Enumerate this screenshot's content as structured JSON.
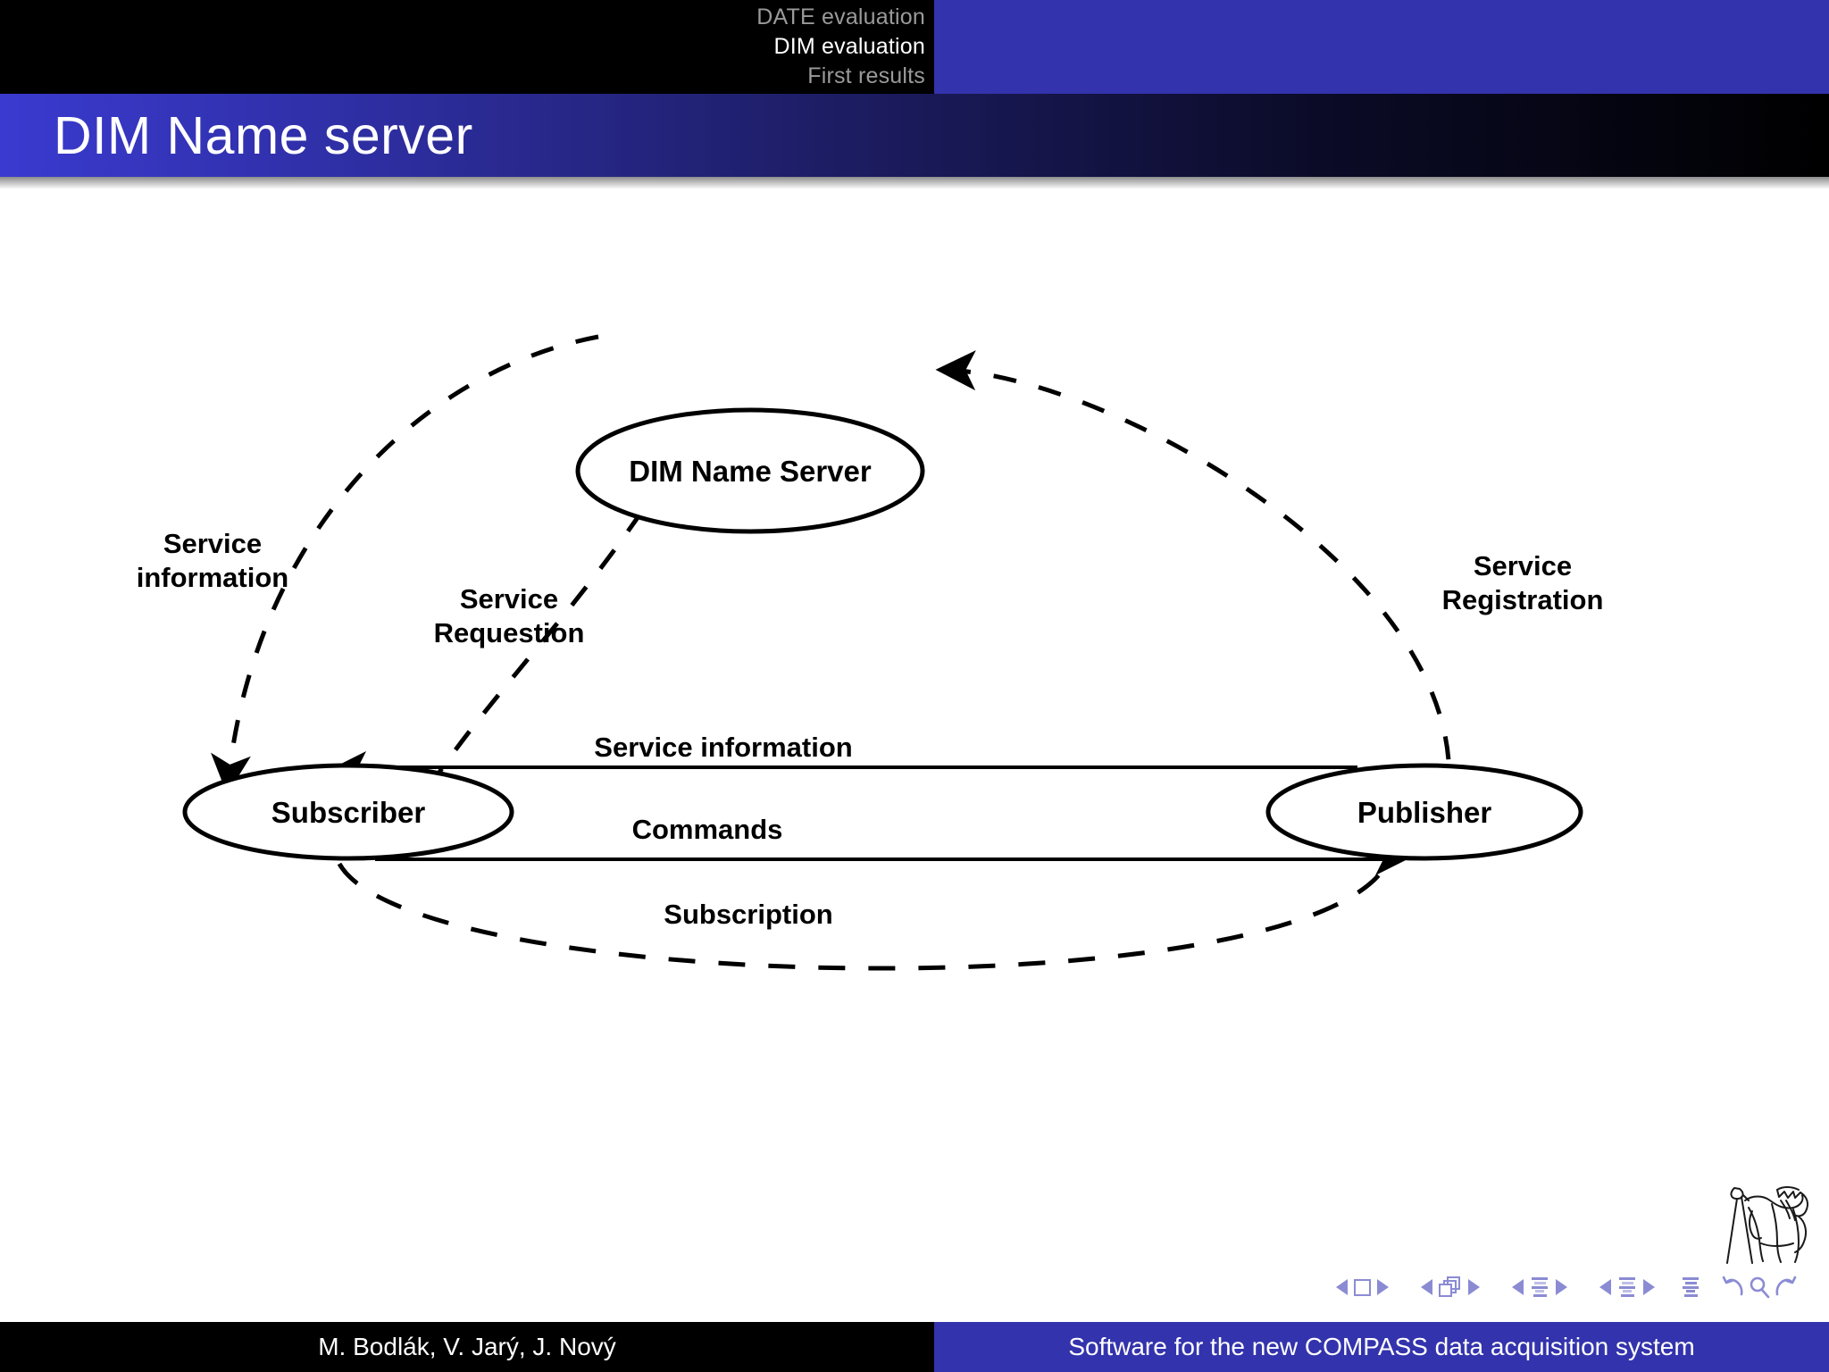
{
  "topnav": {
    "entries": [
      {
        "label": "DATE evaluation",
        "state": "inactive"
      },
      {
        "label": "DIM evaluation",
        "state": "active"
      },
      {
        "label": "First results",
        "state": "inactive"
      }
    ],
    "colors": {
      "background": "#000000",
      "accent": "#3333ad",
      "active_text": "#ffffff",
      "inactive_text": "#9a9a9a"
    }
  },
  "header": {
    "title": "DIM Name server",
    "gradient_from": "#3a3ad0",
    "gradient_to": "#000000"
  },
  "diagram": {
    "type": "node-edge-diagram",
    "nodes": [
      {
        "id": "dim-name-server",
        "label": "DIM Name Server"
      },
      {
        "id": "subscriber",
        "label": "Subscriber"
      },
      {
        "id": "publisher",
        "label": "Publisher"
      }
    ],
    "edges": [
      {
        "id": "service-information-left",
        "label": "Service information",
        "style": "dashed",
        "from": "dim-name-server",
        "to": "subscriber"
      },
      {
        "id": "service-requestion",
        "label": "Service Requestion",
        "style": "dashed",
        "from": "subscriber",
        "to": "dim-name-server"
      },
      {
        "id": "service-registration",
        "label": "Service Registration",
        "style": "dashed",
        "from": "publisher",
        "to": "dim-name-server"
      },
      {
        "id": "service-information-mid",
        "label": "Service information",
        "style": "solid",
        "from": "publisher",
        "to": "subscriber"
      },
      {
        "id": "commands",
        "label": "Commands",
        "style": "solid",
        "from": "subscriber",
        "to": "publisher"
      },
      {
        "id": "subscription",
        "label": "Subscription",
        "style": "dashed",
        "from": "subscriber",
        "to": "publisher"
      }
    ],
    "labels": {
      "dim_name_server": "DIM Name Server",
      "subscriber": "Subscriber",
      "publisher": "Publisher",
      "service_information_left_line1": "Service",
      "service_information_left_line2": "information",
      "service_requestion_line1": "Service",
      "service_requestion_line2": "Requestion",
      "service_registration_line1": "Service",
      "service_registration_line2": "Registration",
      "service_information_mid": "Service information",
      "commands": "Commands",
      "subscription": "Subscription"
    }
  },
  "navsymbols": {
    "items": [
      {
        "name": "prev-slide",
        "icon": "triangle-left-icon"
      },
      {
        "name": "slide-frame",
        "icon": "frame-icon"
      },
      {
        "name": "next-slide",
        "icon": "triangle-right-icon"
      },
      {
        "name": "prev-frame",
        "icon": "triangle-left-icon"
      },
      {
        "name": "frame-stack",
        "icon": "stack-icon"
      },
      {
        "name": "next-frame",
        "icon": "triangle-right-icon"
      },
      {
        "name": "prev-subsection",
        "icon": "triangle-left-icon"
      },
      {
        "name": "subsection-lines",
        "icon": "lines-icon"
      },
      {
        "name": "next-subsection",
        "icon": "triangle-right-icon"
      },
      {
        "name": "prev-section",
        "icon": "triangle-left-icon"
      },
      {
        "name": "section-lines",
        "icon": "lines-icon"
      },
      {
        "name": "next-section",
        "icon": "triangle-right-icon"
      },
      {
        "name": "presentation-lines",
        "icon": "lines-icon"
      },
      {
        "name": "back-button",
        "icon": "undo-icon"
      },
      {
        "name": "search-button",
        "icon": "search-icon"
      },
      {
        "name": "forward-button",
        "icon": "redo-icon"
      }
    ],
    "color": "#8b8bd4"
  },
  "logo": {
    "name": "ctu-prague-lion-logo"
  },
  "footer": {
    "authors": "M. Bodlák, V. Jarý, J. Nový",
    "title": "Software for the new COMPASS data acquisition system",
    "left_bg": "#000000",
    "right_bg": "#3333ad"
  }
}
